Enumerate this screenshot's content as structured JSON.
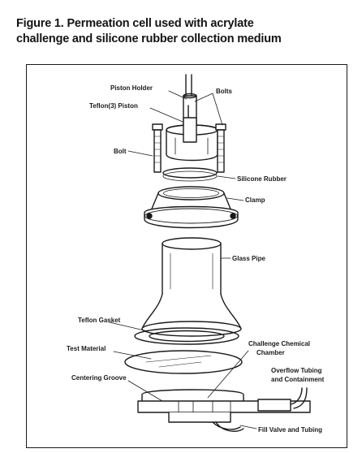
{
  "figure": {
    "title_line1": "Figure 1. Permeation cell used with acrylate",
    "title_line2": "challenge and silicone rubber collection medium"
  },
  "labels": {
    "piston_holder": "Piston Holder",
    "bolts": "Bolts",
    "teflon_piston": "Teflon(3) Piston",
    "bolt": "Bolt",
    "silicone_rubber": "Silicone Rubber",
    "clamp": "Clamp",
    "glass_pipe": "Glass Pipe",
    "teflon_gasket": "Teflon Gasket",
    "test_material": "Test Material",
    "challenge_chamber_1": "Challenge Chemical",
    "challenge_chamber_2": "Chamber",
    "overflow_1": "Overflow Tubing",
    "overflow_2": "and Containment",
    "centering_groove": "Centering Groove",
    "fill_valve": "Fill Valve and Tubing"
  },
  "colors": {
    "ink": "#1a1a1a",
    "background": "#ffffff"
  }
}
